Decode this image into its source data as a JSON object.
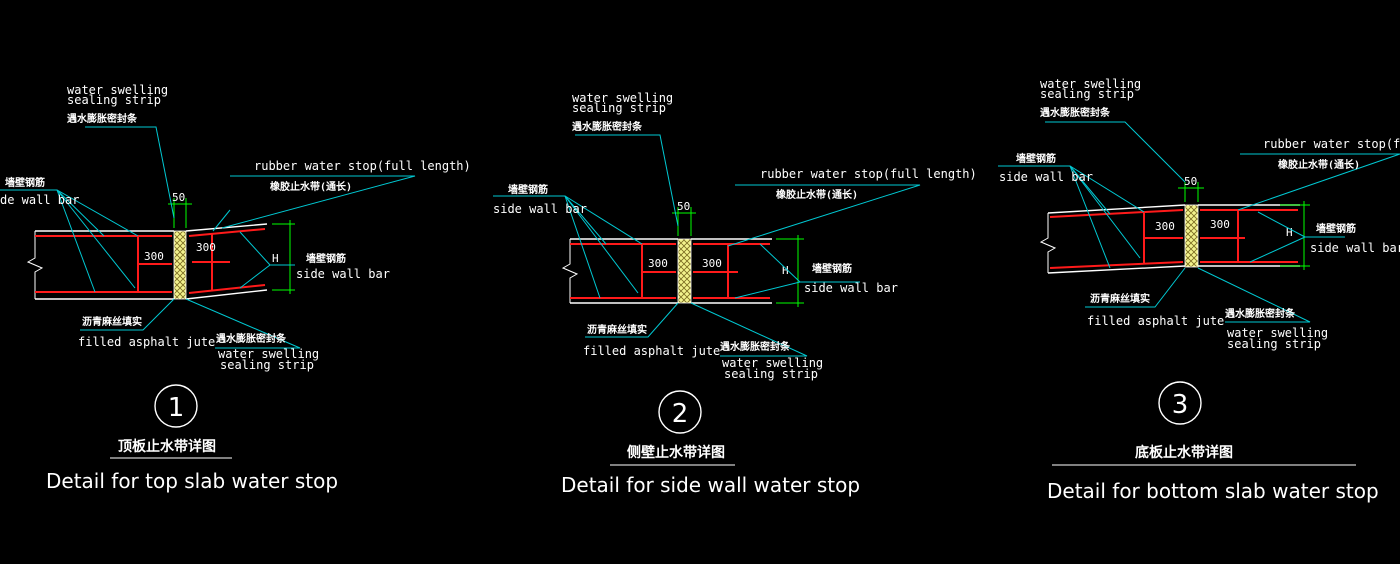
{
  "colors": {
    "background": "#000000",
    "concrete_outline": "#ffffff",
    "rebar": "#ff1a1a",
    "leader": "#00c8d2",
    "dimension": "#00ff00",
    "jute_fill": "#f2f28c",
    "text": "#ffffff"
  },
  "details": [
    {
      "number": "1",
      "title_cn": "顶板止水带详图",
      "title_en": "Detail for top slab water stop",
      "swell_top_en1": "water swelling",
      "swell_top_en2": "sealing strip",
      "swell_top_cn": "遇水膨胀密封条",
      "rubber_en": "rubber water stop(full length)",
      "rubber_cn": "橡胶止水带(通长)",
      "sidebar_left_cn": "墙壁钢筋",
      "sidebar_left_en": "de wall bar",
      "sidebar_right_cn": "墙壁钢筋",
      "sidebar_right_en": "side wall bar",
      "jute_cn": "沥青麻丝填实",
      "jute_en": "filled asphalt jute",
      "swell_bot_cn": "遇水膨胀密封条",
      "swell_bot_en1": "water swelling",
      "swell_bot_en2": "sealing strip",
      "dim_50": "50",
      "dim_300_left": "300",
      "dim_300_right": "300",
      "dim_h": "H"
    },
    {
      "number": "2",
      "title_cn": "侧壁止水带详图",
      "title_en": "Detail for side wall water stop",
      "swell_top_en1": "water swelling",
      "swell_top_en2": "sealing strip",
      "swell_top_cn": "遇水膨胀密封条",
      "rubber_en": "rubber water stop(full length)",
      "rubber_cn": "橡胶止水带(通长)",
      "sidebar_left_cn": "墙壁钢筋",
      "sidebar_left_en": "side wall bar",
      "sidebar_right_cn": "墙壁钢筋",
      "sidebar_right_en": "side wall bar",
      "jute_cn": "沥青麻丝填实",
      "jute_en": "filled asphalt jute",
      "swell_bot_cn": "遇水膨胀密封条",
      "swell_bot_en1": "water swelling",
      "swell_bot_en2": "sealing strip",
      "dim_50": "50",
      "dim_300_left": "300",
      "dim_300_right": "300",
      "dim_h": "H"
    },
    {
      "number": "3",
      "title_cn": "底板止水带详图",
      "title_en": "Detail for bottom slab water stop",
      "swell_top_en1": "water swelling",
      "swell_top_en2": "sealing strip",
      "swell_top_cn": "遇水膨胀密封条",
      "rubber_en": "rubber water stop(full len",
      "rubber_cn": "橡胶止水带(通长)",
      "sidebar_left_cn": "墙壁钢筋",
      "sidebar_left_en": "side wall bar",
      "sidebar_right_cn": "墙壁钢筋",
      "sidebar_right_en": "side wall bar",
      "jute_cn": "沥青麻丝填实",
      "jute_en": "filled asphalt jute",
      "swell_bot_cn": "遇水膨胀密封条",
      "swell_bot_en1": "water swelling",
      "swell_bot_en2": "sealing strip",
      "dim_50": "50",
      "dim_300_left": "300",
      "dim_300_right": "300",
      "dim_h": "H"
    }
  ]
}
